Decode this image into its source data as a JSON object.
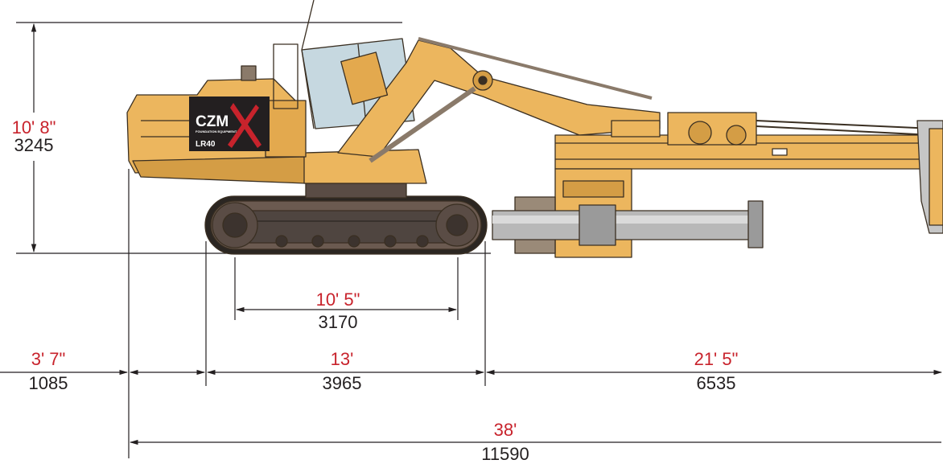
{
  "brand": {
    "logo_text": "CZM",
    "logo_subtext": "FOUNDATION EQUIPMENT",
    "model": "LR40",
    "machine_color": "#ecb65e",
    "accent_red": "#c8232c"
  },
  "dimensions": {
    "height": {
      "imperial": "10' 8\"",
      "metric": "3245"
    },
    "track_base": {
      "imperial": "10' 5\"",
      "metric": "3170"
    },
    "rear_overhang": {
      "imperial": "3' 7\"",
      "metric": "1085"
    },
    "crawler_length": {
      "imperial": "13'",
      "metric": "3965"
    },
    "front_extension": {
      "imperial": "21' 5\"",
      "metric": "6535"
    },
    "overall_length": {
      "imperial": "38'",
      "metric": "11590"
    }
  }
}
